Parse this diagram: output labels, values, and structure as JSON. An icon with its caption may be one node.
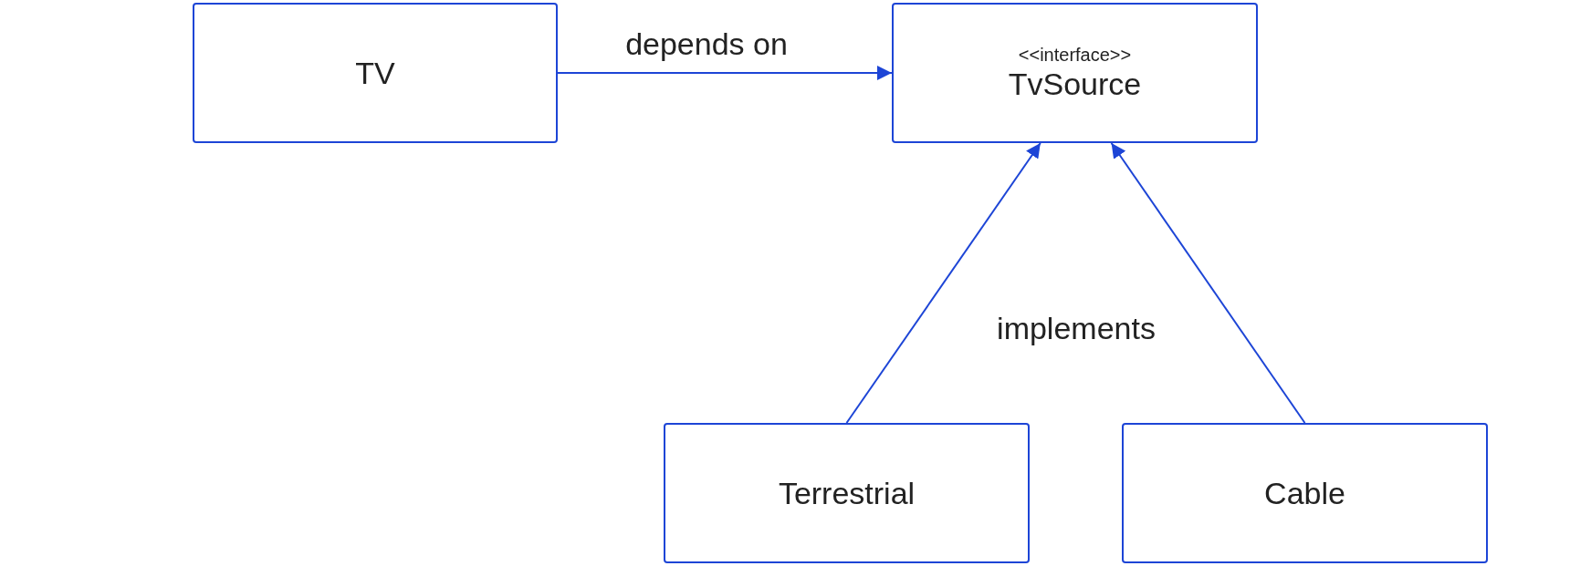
{
  "diagram": {
    "nodes": [
      {
        "text": [
          "TV"
        ]
      },
      {
        "text": [
          "<<interface>>",
          "TvSource"
        ]
      },
      {
        "text": [
          "Terrestrial"
        ]
      },
      {
        "text": [
          "Cable"
        ]
      }
    ],
    "edges": [
      {
        "from": 0,
        "to": 1,
        "arrow": "to",
        "label": "depends on"
      },
      {
        "from": 2,
        "to": 1,
        "arrow": "to"
      },
      {
        "from": 3,
        "to": 1,
        "arrow": "to"
      }
    ],
    "labels": [
      "implements"
    ]
  }
}
